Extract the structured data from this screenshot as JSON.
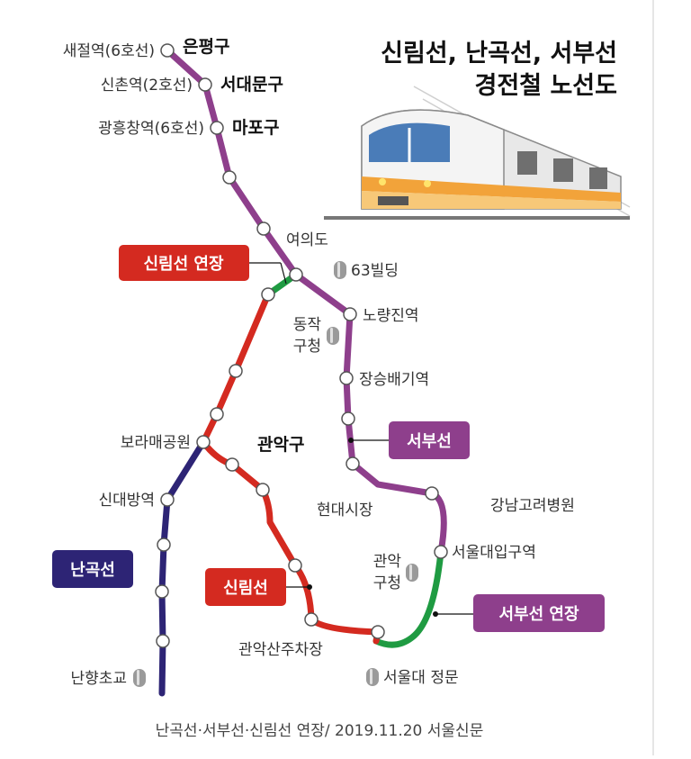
{
  "title": {
    "line1": "신림선, 난곡선, 서부선",
    "line2": "경전철 노선도"
  },
  "colors": {
    "seobu": "#8e3f8c",
    "sillim": "#d42a20",
    "nangok": "#2d2475",
    "extension_green": "#1f9b42"
  },
  "lines": {
    "sillim_extension": "신림선 연장",
    "seobu": "서부선",
    "nangok": "난곡선",
    "sillim": "신림선",
    "seobu_extension": "서부선 연장"
  },
  "stations": {
    "saejeol": "새절역(6호선)",
    "sinchon": "신촌역(2호선)",
    "gwangheungchang": "광흥창역(6호선)",
    "yeouido": "여의도",
    "noryangjin": "노량진역",
    "jangseungbaegi": "장승배기역",
    "boramae": "보라매공원",
    "sindaebang": "신대방역",
    "hyundae_market": "현대시장",
    "seoul_univ_entrance": "서울대입구역",
    "gwanak_parking": "관악산주차장",
    "nanhyang": "난향초교",
    "snu_gate": "서울대 정문"
  },
  "landmarks": {
    "building63": "63빌딩",
    "dongjak_office_1": "동작",
    "dongjak_office_2": "구청",
    "gwanak_office_1": "관악",
    "gwanak_office_2": "구청",
    "korea_hospital": "강남고려병원"
  },
  "districts": {
    "eunpyeong": "은평구",
    "seodaemun": "서대문구",
    "mapo": "마포구",
    "gwanak": "관악구"
  },
  "caption": "난곡선·서부선·신림선 연장/ 2019.11.20 서울신문"
}
